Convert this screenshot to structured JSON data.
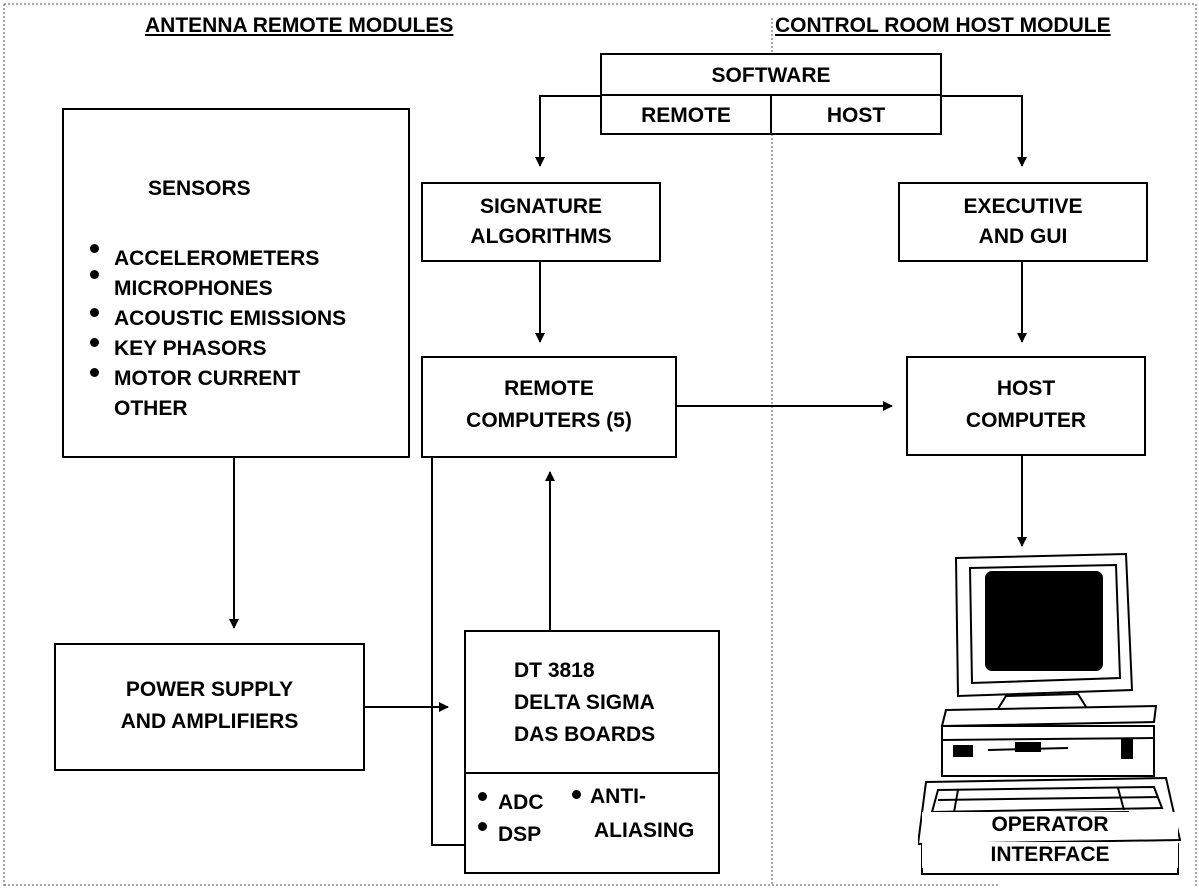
{
  "headers": {
    "left": "ANTENNA REMOTE MODULES",
    "right": "CONTROL ROOM HOST MODULE"
  },
  "software": {
    "title": "SOFTWARE",
    "remote": "REMOTE",
    "host": "HOST"
  },
  "sensors": {
    "title": "SENSORS",
    "items": [
      "ACCELEROMETERS",
      "MICROPHONES",
      "ACOUSTIC EMISSIONS",
      "KEY PHASORS",
      "MOTOR CURRENT",
      "OTHER"
    ]
  },
  "signature": {
    "line1": "SIGNATURE",
    "line2": "ALGORITHMS"
  },
  "executive": {
    "line1": "EXECUTIVE",
    "line2": "AND GUI"
  },
  "remote_computers": {
    "line1": "REMOTE",
    "line2": "COMPUTERS (5)"
  },
  "host_computer": {
    "line1": "HOST",
    "line2": "COMPUTER"
  },
  "power_supply": {
    "line1": "POWER SUPPLY",
    "line2": "AND AMPLIFIERS"
  },
  "das": {
    "line1": "DT  3818",
    "line2": "DELTA SIGMA",
    "line3": "DAS BOARDS",
    "bullets": {
      "adc": "ADC",
      "dsp": "DSP",
      "anti1": "ANTI-",
      "anti2": "ALIASING"
    }
  },
  "operator": {
    "line1": "OPERATOR",
    "line2": "INTERFACE"
  }
}
